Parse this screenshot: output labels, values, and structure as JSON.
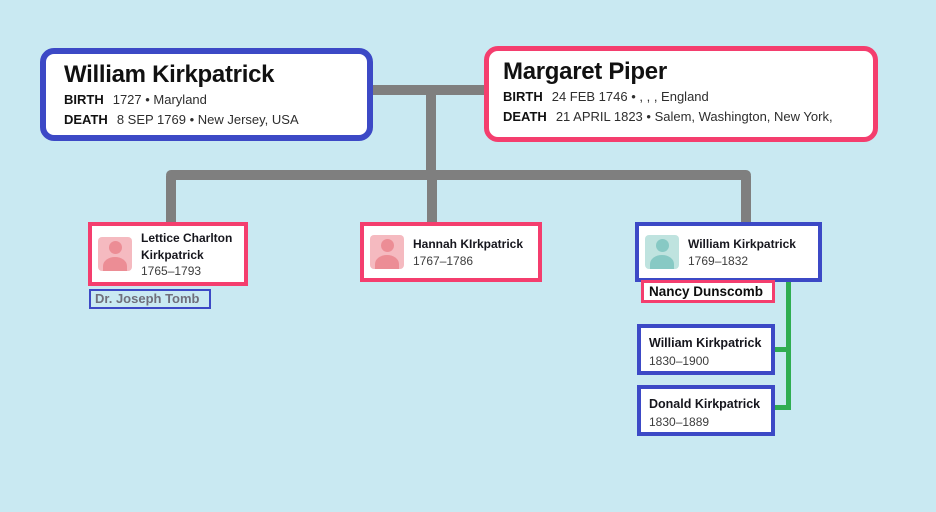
{
  "background": "#c9e9f2",
  "colors": {
    "accent_blue": "#3c49c6",
    "accent_pink": "#f43e6e",
    "connector_gray": "#7f7f7f",
    "connector_green": "#2fad51",
    "card_bg": "#ffffff",
    "avatar_female_bg": "#f5bac0",
    "avatar_female_fg": "#ec8d95",
    "avatar_male_bg": "#bfe3df",
    "avatar_male_fg": "#87c9c4"
  },
  "parents": [
    {
      "name": "William Kirkpatrick",
      "birth_label": "BIRTH",
      "birth_value": "1727 • Maryland",
      "death_label": "DEATH",
      "death_value": "8 SEP 1769 • New Jersey, USA"
    },
    {
      "name": "Margaret Piper",
      "birth_label": "BIRTH",
      "birth_value": "24 FEB 1746 • , , , England",
      "death_label": "DEATH",
      "death_value": "21 APRIL 1823 • Salem, Washington, New York,"
    }
  ],
  "children": [
    {
      "name": "Lettice Charlton Kirkpatrick",
      "years": "1765–1793",
      "avatar": "female-avatar-icon"
    },
    {
      "name": "Hannah KIrkpatrick",
      "years": "1767–1786",
      "avatar": "female-avatar-icon"
    },
    {
      "name": "William Kirkpatrick",
      "years": "1769–1832",
      "avatar": "male-avatar-icon"
    }
  ],
  "spouses": [
    {
      "name": "Dr. Joseph Tomb"
    },
    {
      "name": "Nancy Dunscomb"
    }
  ],
  "grandchildren": [
    {
      "name": "William Kirkpatrick",
      "years": "1830–1900"
    },
    {
      "name": "Donald Kirkpatrick",
      "years": "1830–1889"
    }
  ]
}
